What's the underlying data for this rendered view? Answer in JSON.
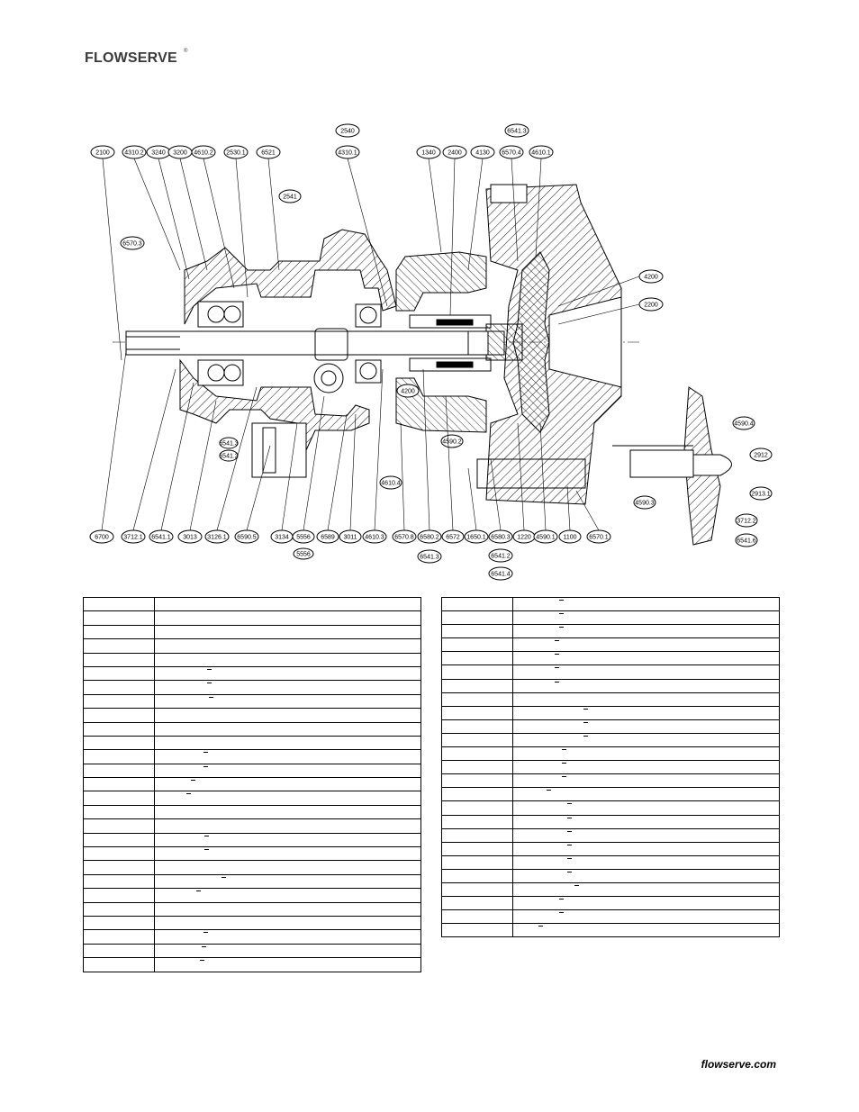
{
  "brand": {
    "logo_text": "FLOWSERVE",
    "registered_mark": "®"
  },
  "footer": {
    "website": "flowserve.com"
  },
  "callouts": {
    "top": [
      "2100",
      "4310.2",
      "3240",
      "3200",
      "4610.2",
      "2530.1",
      "6521",
      "2540",
      "4310.1",
      "1340",
      "2400",
      "4130",
      "6570.4",
      "6541.3",
      "4610.1"
    ],
    "top_extra": [
      "2541",
      "6570.3",
      "4200",
      "2200",
      "4200",
      "6541.3",
      "6541.2",
      "4590.2",
      "4610.4"
    ],
    "bottom": [
      "6700",
      "3712.1",
      "6541.1",
      "3013",
      "3126.1",
      "6590.5",
      "3134",
      "5556",
      "6589",
      "3011",
      "4610.3",
      "6570.8",
      "6580.2",
      "6572",
      "1650.1",
      "6580.3",
      "1220",
      "4590.1",
      "1100",
      "6570.1"
    ],
    "bottom_extra": [
      "5556",
      "6541.3",
      "6541.2",
      "6541.4"
    ],
    "detail": [
      "4590.4",
      "2912",
      "4590.3",
      "2913.1",
      "3712.2",
      "6541.6"
    ]
  }
}
